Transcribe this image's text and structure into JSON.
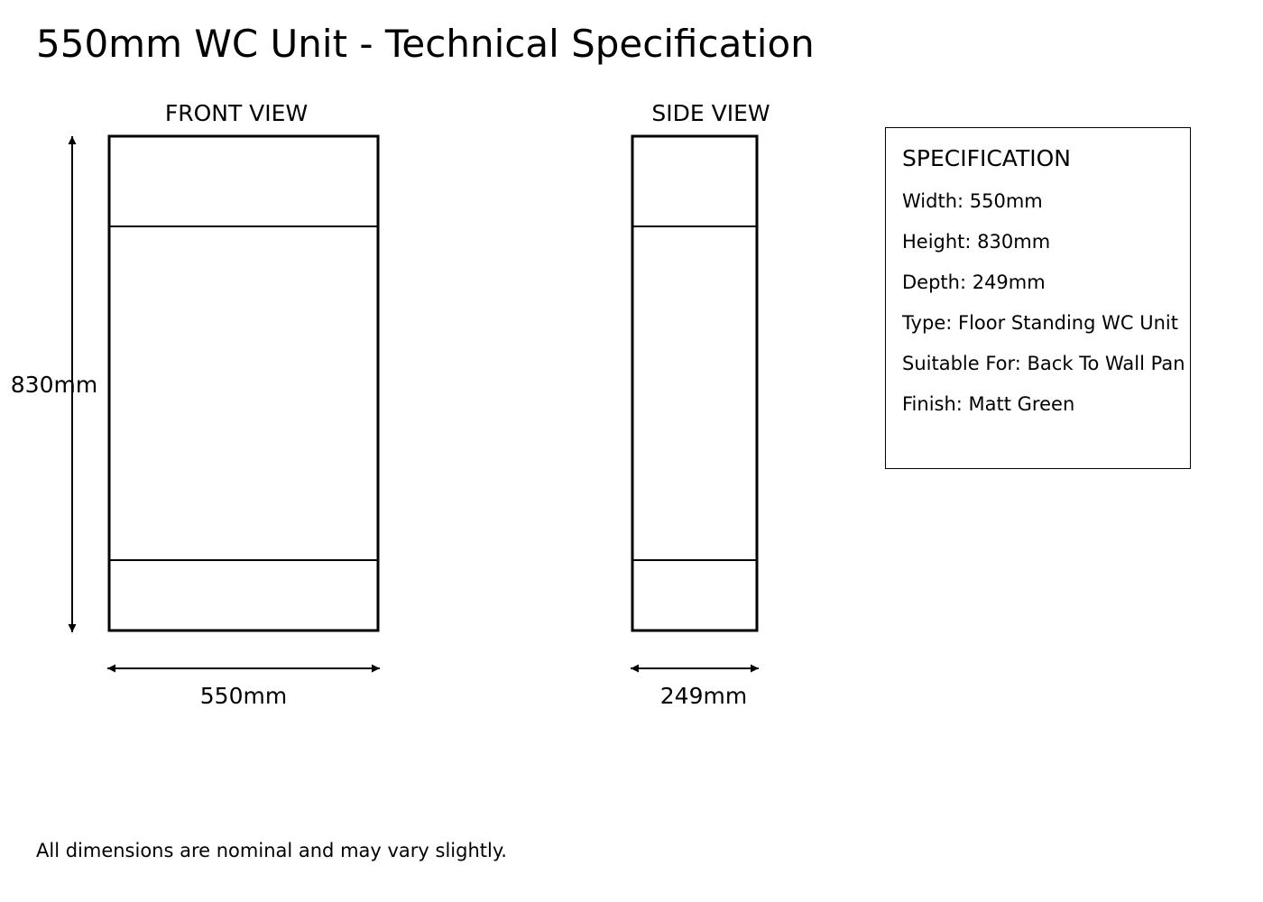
{
  "header": {
    "title": "550mm WC Unit - Technical Specification"
  },
  "front_view": {
    "label": "FRONT VIEW",
    "height_label": "830mm",
    "width_label": "550mm"
  },
  "side_view": {
    "label": "SIDE VIEW",
    "depth_label": "249mm"
  },
  "specification": {
    "title": "SPECIFICATION",
    "lines": [
      "Width: 550mm",
      "Height: 830mm",
      "Depth: 249mm",
      "Type: Floor Standing WC Unit",
      "Suitable For: Back To Wall Pan",
      "Finish: Matt Green"
    ]
  },
  "footer": {
    "note": "All dimensions are nominal and may vary slightly."
  },
  "colors": {
    "line": "#000000",
    "background": "#ffffff"
  }
}
